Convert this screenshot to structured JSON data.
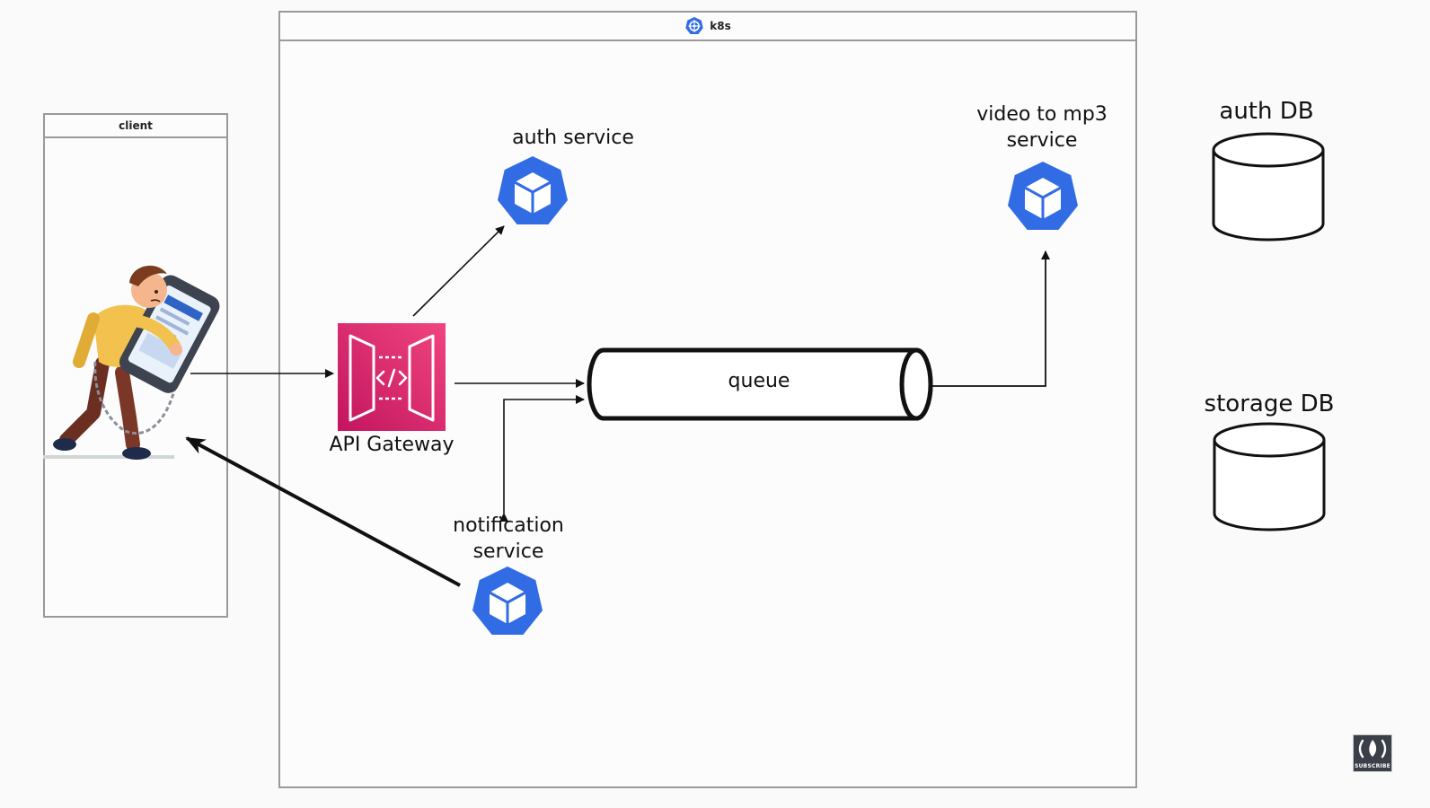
{
  "client_box": {
    "title": "client"
  },
  "k8s_box": {
    "title": "k8s"
  },
  "api_gateway": {
    "label": "API Gateway"
  },
  "auth_service": {
    "label": "auth service"
  },
  "converter_service": {
    "line1": "video to mp3",
    "line2": "service"
  },
  "notification_service": {
    "line1": "notification",
    "line2": "service"
  },
  "queue": {
    "label": "queue"
  },
  "auth_db": {
    "label": "auth DB"
  },
  "storage_db": {
    "label": "storage DB"
  },
  "badge": {
    "text": "SUBSCRIBE"
  },
  "colors": {
    "kube_blue": "#326ce5",
    "gateway_pink": "#e7157b",
    "gateway_pink_dark": "#c2155f",
    "frame_border": "#9a9a9a"
  },
  "icons": {
    "k8s": "kubernetes-wheel-icon",
    "services": "kubernetes-pod-cube-icon",
    "gateway": "api-gateway-icon",
    "user": "chained-user-illustration",
    "databases": "database-cylinder-icon",
    "badge": "subscribe-logo-icon"
  }
}
